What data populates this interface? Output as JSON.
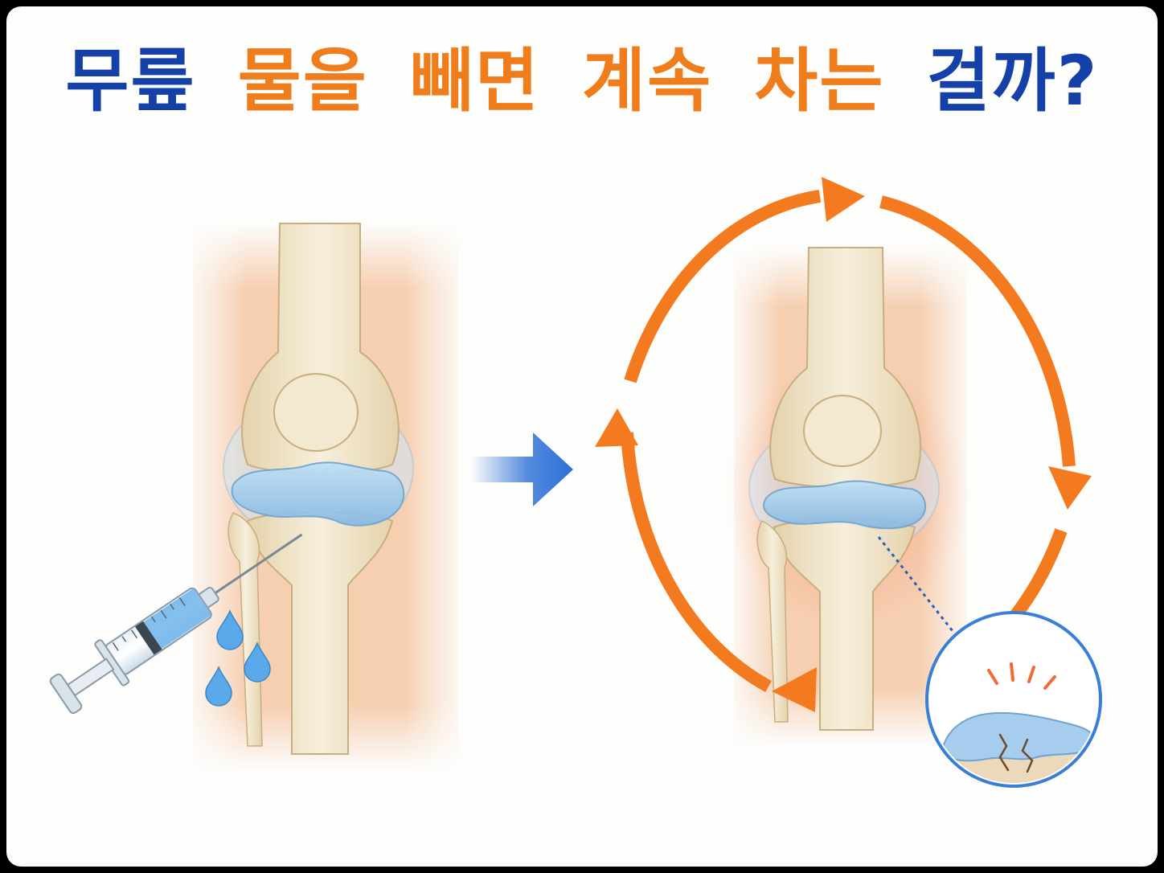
{
  "title": {
    "word1": "무릎",
    "word2": "물을",
    "word3": "빼면",
    "word4": "계속",
    "word5": "차는",
    "word6": "걸까?"
  },
  "colors": {
    "title_blue": "#1440a8",
    "title_orange": "#f07d1c",
    "cycle_arrow": "#f47a20",
    "transition_arrow": "#2b6fd8",
    "fluid": "#9ccaea",
    "bone": "#efe2c6",
    "skin": "#f6d2b6"
  },
  "icons": {
    "syringe": "syringe-icon",
    "drops": "water-drop-icon",
    "transition": "right-arrow-icon",
    "cycle": "circular-cycle-arrows-icon",
    "detail": "damaged-cartilage-magnifier-icon"
  }
}
